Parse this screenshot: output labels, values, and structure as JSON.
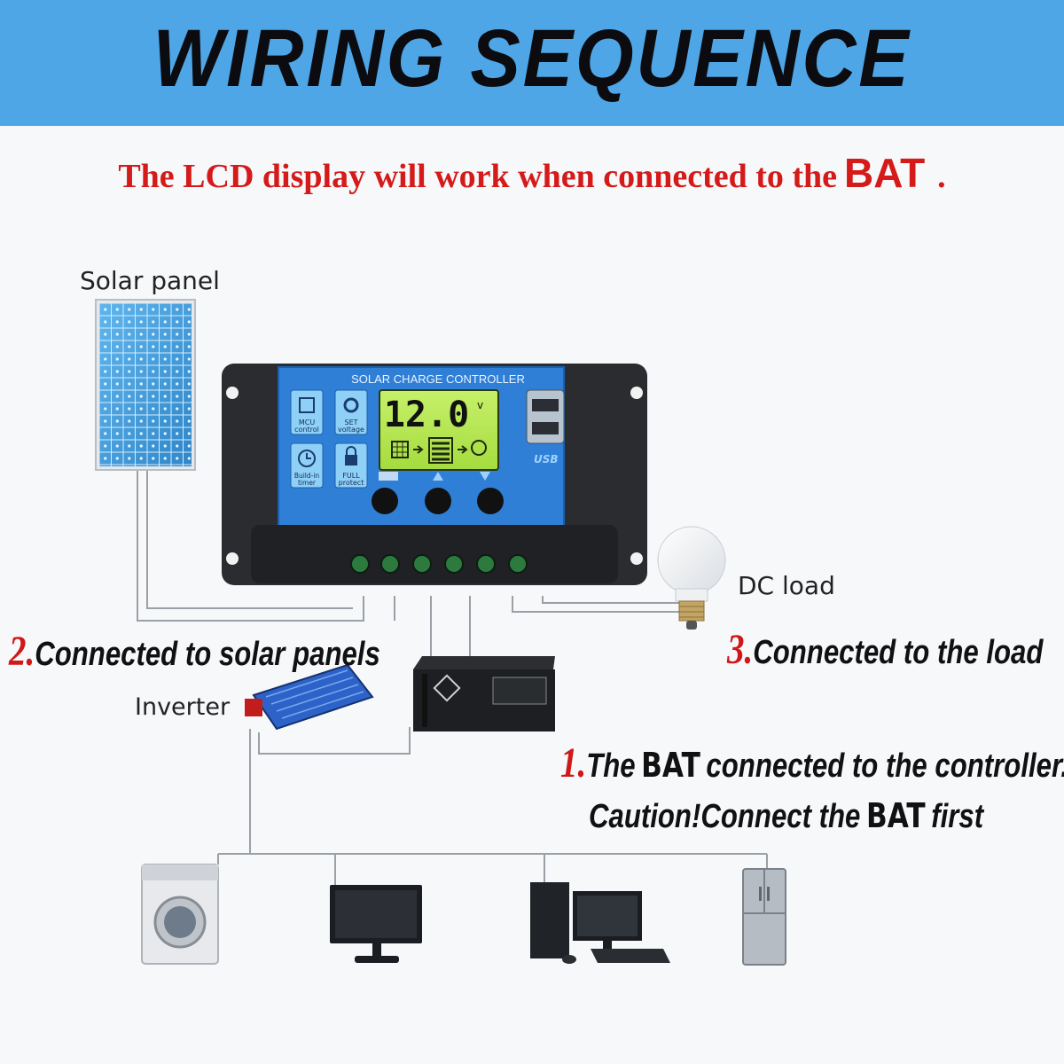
{
  "header": {
    "title": "WIRING SEQUENCE",
    "bg_color": "#4ea6e6"
  },
  "notice": {
    "text": "The LCD display will work when connected to the",
    "bat": "BAT",
    "suffix": ".",
    "color": "#d51a1a"
  },
  "labels": {
    "solar_panel": "Solar panel",
    "dc_load": "DC load",
    "inverter": "Inverter"
  },
  "controller": {
    "title": "SOLAR CHARGE CONTROLLER",
    "lcd_value": "12.0",
    "lcd_unit": "v",
    "usb_label": "USB",
    "features": [
      {
        "icon": "chip-icon",
        "label_line1": "MCU",
        "label_line2": "control"
      },
      {
        "icon": "gear-icon",
        "label_line1": "SET",
        "label_line2": "voltage"
      },
      {
        "icon": "clock-icon",
        "label_line1": "Build-in",
        "label_line2": "timer"
      },
      {
        "icon": "lock-icon",
        "label_line1": "FULL",
        "label_line2": "protect"
      }
    ]
  },
  "steps": {
    "step2": {
      "num": "2.",
      "text": "Connected to solar panels"
    },
    "step3": {
      "num": "3.",
      "text": "Connected to the load"
    },
    "step1": {
      "num": "1.",
      "pre": "The",
      "bat": "BAT",
      "post": "connected to the controller."
    },
    "caution": {
      "pre": "Caution!Connect the",
      "bat": "BAT",
      "post": "first"
    }
  },
  "appliances": [
    "washing-machine-icon",
    "monitor-icon",
    "desktop-computer-icon",
    "refrigerator-icon"
  ]
}
